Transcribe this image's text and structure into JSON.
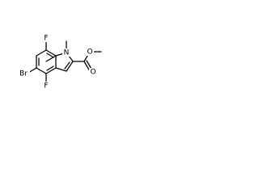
{
  "molecule": {
    "atoms": {
      "f_top": "F",
      "n": "N",
      "methyl_n": "",
      "o_carbonyl": "O",
      "o_ester": "O",
      "methyl_o": "",
      "f_bottom": "F",
      "br": "Br"
    },
    "colors": {
      "bond": "#000000",
      "label": "#000000",
      "background": "#ffffff"
    }
  }
}
